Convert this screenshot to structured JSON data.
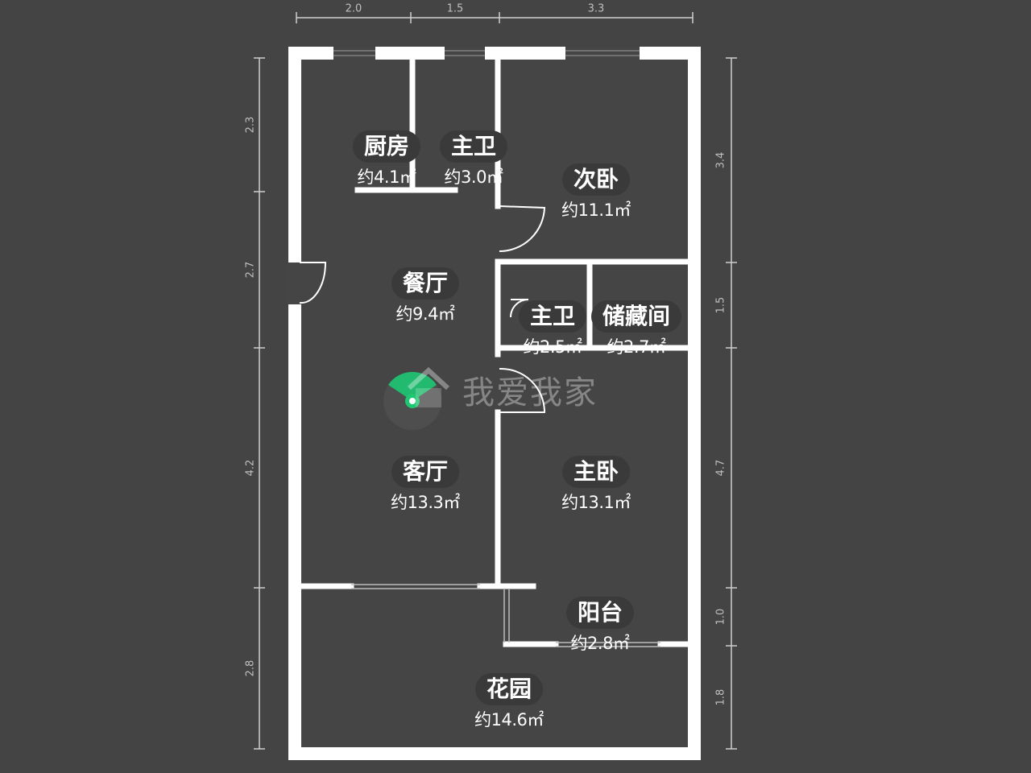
{
  "rooms": [
    {
      "name": "厨房",
      "area": "约4.1㎡"
    },
    {
      "name": "主卫",
      "area": "约3.0㎡"
    },
    {
      "name": "次卧",
      "area": "约11.1㎡"
    },
    {
      "name": "餐厅",
      "area": "约9.4㎡"
    },
    {
      "name": "主卫",
      "area": "约2.5㎡"
    },
    {
      "name": "储藏间",
      "area": "约2.7㎡"
    },
    {
      "name": "客厅",
      "area": "约13.3㎡"
    },
    {
      "name": "主卧",
      "area": "约13.1㎡"
    },
    {
      "name": "阳台",
      "area": "约2.8㎡"
    },
    {
      "name": "花园",
      "area": "约14.6㎡"
    }
  ],
  "dimensions": {
    "top": [
      "2.0",
      "1.5",
      "3.3"
    ],
    "left": [
      "2.3",
      "2.7",
      "4.2",
      "2.8"
    ],
    "right": [
      "3.4",
      "1.5",
      "4.7",
      "1.0",
      "1.8"
    ]
  },
  "watermark": {
    "text": "我爱我家",
    "icon": "house-logo-icon"
  },
  "marker": {
    "icon": "viewpoint-marker-icon",
    "color": "#1ec773"
  },
  "colors": {
    "background": "#444444",
    "wall": "#ffffff",
    "room_fill": "#454545",
    "label_bg": "#3a3a3a"
  }
}
